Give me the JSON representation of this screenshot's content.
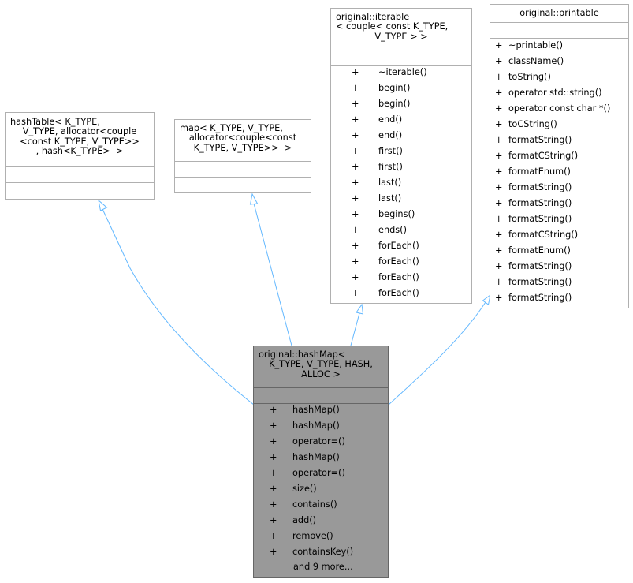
{
  "classes": {
    "hashtable": {
      "title": [
        "hashTable< K_TYPE,",
        "V_TYPE, allocator<couple",
        "<const K_TYPE, V_TYPE>>",
        ", hash<K_TYPE>  >"
      ]
    },
    "map": {
      "title": [
        "map< K_TYPE, V_TYPE,",
        "allocator<couple<const",
        "K_TYPE, V_TYPE>>  >"
      ]
    },
    "iterable": {
      "title": [
        "original::iterable",
        "< couple< const K_TYPE,",
        "V_TYPE > >"
      ],
      "methods": [
        {
          "vis": "+",
          "name": "~iterable()"
        },
        {
          "vis": "+",
          "name": "begin()"
        },
        {
          "vis": "+",
          "name": "begin()"
        },
        {
          "vis": "+",
          "name": "end()"
        },
        {
          "vis": "+",
          "name": "end()"
        },
        {
          "vis": "+",
          "name": "first()"
        },
        {
          "vis": "+",
          "name": "first()"
        },
        {
          "vis": "+",
          "name": "last()"
        },
        {
          "vis": "+",
          "name": "last()"
        },
        {
          "vis": "+",
          "name": "begins()"
        },
        {
          "vis": "+",
          "name": "ends()"
        },
        {
          "vis": "+",
          "name": "forEach()"
        },
        {
          "vis": "+",
          "name": "forEach()"
        },
        {
          "vis": "+",
          "name": "forEach()"
        },
        {
          "vis": "+",
          "name": "forEach()"
        }
      ]
    },
    "printable": {
      "title": [
        "original::printable"
      ],
      "methods": [
        {
          "vis": "+",
          "name": "~printable()"
        },
        {
          "vis": "+",
          "name": "className()"
        },
        {
          "vis": "+",
          "name": "toString()"
        },
        {
          "vis": "+",
          "name": "operator std::string()"
        },
        {
          "vis": "+",
          "name": "operator const char *()"
        },
        {
          "vis": "+",
          "name": "toCString()"
        },
        {
          "vis": "+",
          "name": "formatString()"
        },
        {
          "vis": "+",
          "name": "formatCString()"
        },
        {
          "vis": "+",
          "name": "formatEnum()"
        },
        {
          "vis": "+",
          "name": "formatString()"
        },
        {
          "vis": "+",
          "name": "formatString()"
        },
        {
          "vis": "+",
          "name": "formatString()"
        },
        {
          "vis": "+",
          "name": "formatCString()"
        },
        {
          "vis": "+",
          "name": "formatEnum()"
        },
        {
          "vis": "+",
          "name": "formatString()"
        },
        {
          "vis": "+",
          "name": "formatString()"
        },
        {
          "vis": "+",
          "name": "formatString()"
        }
      ]
    },
    "hashmap": {
      "title": [
        "original::hashMap<",
        "K_TYPE, V_TYPE, HASH,",
        "ALLOC >"
      ],
      "methods": [
        {
          "vis": "+",
          "name": "hashMap()"
        },
        {
          "vis": "+",
          "name": "hashMap()"
        },
        {
          "vis": "+",
          "name": "operator=()"
        },
        {
          "vis": "+",
          "name": "hashMap()"
        },
        {
          "vis": "+",
          "name": "operator=()"
        },
        {
          "vis": "+",
          "name": "size()"
        },
        {
          "vis": "+",
          "name": "contains()"
        },
        {
          "vis": "+",
          "name": "add()"
        },
        {
          "vis": "+",
          "name": "remove()"
        },
        {
          "vis": "+",
          "name": "containsKey()"
        }
      ],
      "more": "and 9 more..."
    }
  },
  "colors": {
    "edge": "#63b8ff",
    "highlight_fill": "#999999",
    "highlight_border": "#666666",
    "box_border": "#b0b0b0"
  }
}
